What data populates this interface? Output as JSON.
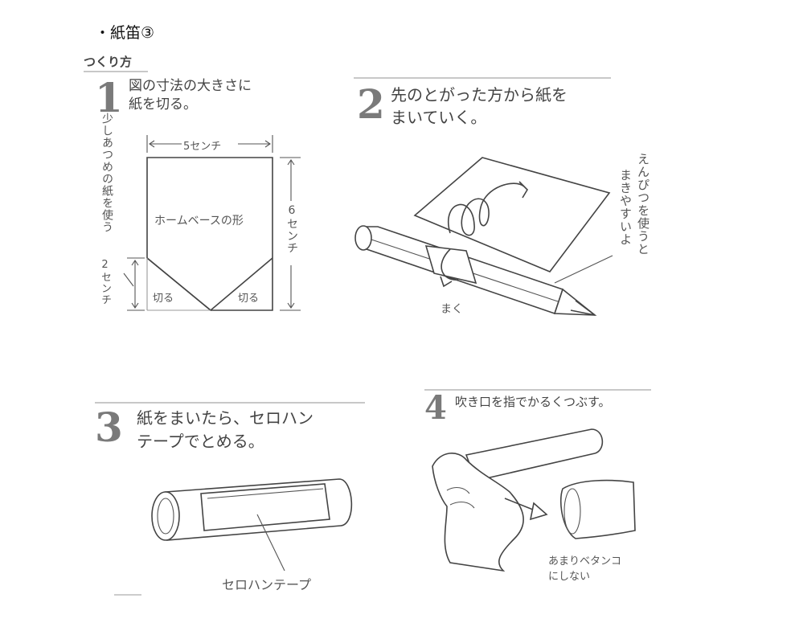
{
  "header": {
    "title": "・紙笛③",
    "howto": "つくり方"
  },
  "step1": {
    "number": "1",
    "text_line1": "図の寸法の大きさに",
    "text_line2": "紙を切る。",
    "side_note": "少しあつめの紙を使う",
    "dim_width": "5センチ",
    "dim_height": "6センチ",
    "dim_small": "2センチ",
    "shape_label": "ホームベースの形",
    "cut_left": "切る",
    "cut_right": "切る"
  },
  "step2": {
    "number": "2",
    "text_line1": "先のとがった方から紙を",
    "text_line2": "まいていく。",
    "side_note_col1": "えんぴつを使うと",
    "side_note_col2": "まきやすいよ",
    "roll_label": "まく"
  },
  "step3": {
    "number": "3",
    "text_line1": "紙をまいたら、セロハン",
    "text_line2": "テープでとめる。",
    "tape_label": "セロハンテープ"
  },
  "step4": {
    "number": "4",
    "text_line1": "吹き口を指でかるくつぶす。",
    "note_line1": "あまりベタンコ",
    "note_line2": "にしない"
  }
}
